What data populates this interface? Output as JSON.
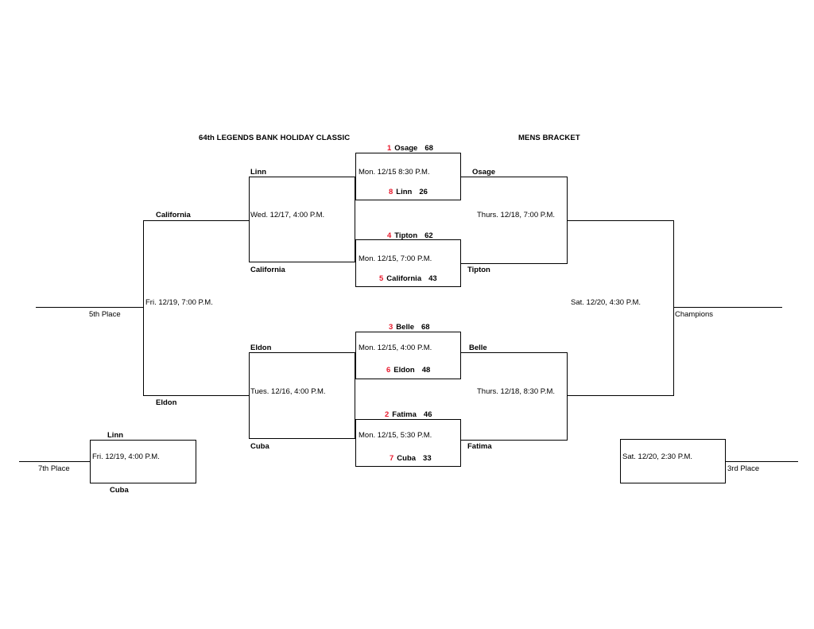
{
  "header": {
    "tournament_title": "64th LEGENDS BANK HOLIDAY CLASSIC",
    "bracket_title": "MENS BRACKET"
  },
  "quarterfinals": [
    {
      "id": "qf1",
      "top": {
        "seed": "1",
        "team": "Osage",
        "score": "68"
      },
      "bottom": {
        "seed": "8",
        "team": "Linn",
        "score": "26"
      },
      "time": "Mon. 12/15 8:30 P.M.",
      "winner": "Osage"
    },
    {
      "id": "qf2",
      "top": {
        "seed": "4",
        "team": "Tipton",
        "score": "62"
      },
      "bottom": {
        "seed": "5",
        "team": "California",
        "score": "43"
      },
      "time": "Mon. 12/15, 7:00 P.M.",
      "winner": "Tipton"
    },
    {
      "id": "qf3",
      "top": {
        "seed": "3",
        "team": "Belle",
        "score": "68"
      },
      "bottom": {
        "seed": "6",
        "team": "Eldon",
        "score": "48"
      },
      "time": "Mon. 12/15, 4:00 P.M.",
      "winner": "Belle"
    },
    {
      "id": "qf4",
      "top": {
        "seed": "2",
        "team": "Fatima",
        "score": "46"
      },
      "bottom": {
        "seed": "7",
        "team": "Cuba",
        "score": "33"
      },
      "time": "Mon. 12/15, 5:30 P.M.",
      "winner": "Fatima"
    }
  ],
  "semifinals": [
    {
      "id": "sf1",
      "top": "Osage",
      "bottom": "Tipton",
      "time": "Thurs. 12/18, 7:00 P.M."
    },
    {
      "id": "sf2",
      "top": "Belle",
      "bottom": "Fatima",
      "time": "Thurs. 12/18, 8:30 P.M."
    }
  ],
  "final": {
    "time": "Sat. 12/20, 4:30 P.M.",
    "label": "Champions"
  },
  "third_place": {
    "time": "Sat. 12/20, 2:30 P.M.",
    "label": "3rd Place"
  },
  "consolation": [
    {
      "id": "cons1",
      "top": "Linn",
      "bottom": "California",
      "time": "Wed. 12/17, 4:00 P.M.",
      "winner": "California"
    },
    {
      "id": "cons2",
      "top": "Eldon",
      "bottom": "Cuba",
      "time": "Tues. 12/16, 4:00 P.M.",
      "winner": "Eldon"
    }
  ],
  "fifth_place": {
    "time": "Fri. 12/19, 7:00 P.M.",
    "label": "5th Place"
  },
  "seventh_place": {
    "top": "Linn",
    "bottom": "Cuba",
    "time": "Fri. 12/19, 4:00 P.M.",
    "label": "7th Place"
  },
  "colors": {
    "seed": "#e8192c",
    "line": "#000000",
    "text": "#000000",
    "background": "#ffffff"
  }
}
